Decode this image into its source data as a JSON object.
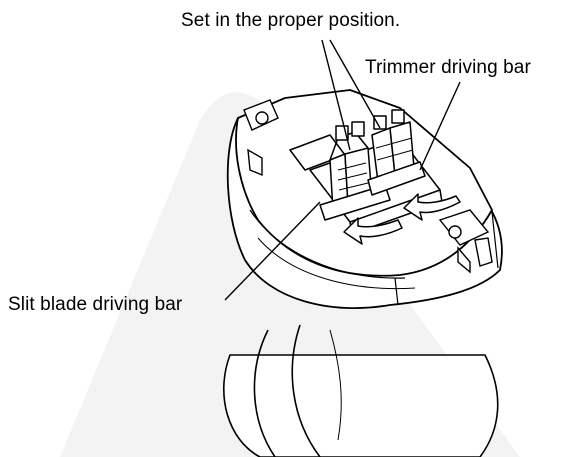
{
  "labels": {
    "proper_position": "Set in the proper position.",
    "trimmer_bar": "Trimmer driving bar",
    "slit_bar": "Slit blade driving bar"
  },
  "colors": {
    "line": "#000000",
    "background": "#ffffff",
    "watermark": "#f1f1f1"
  }
}
